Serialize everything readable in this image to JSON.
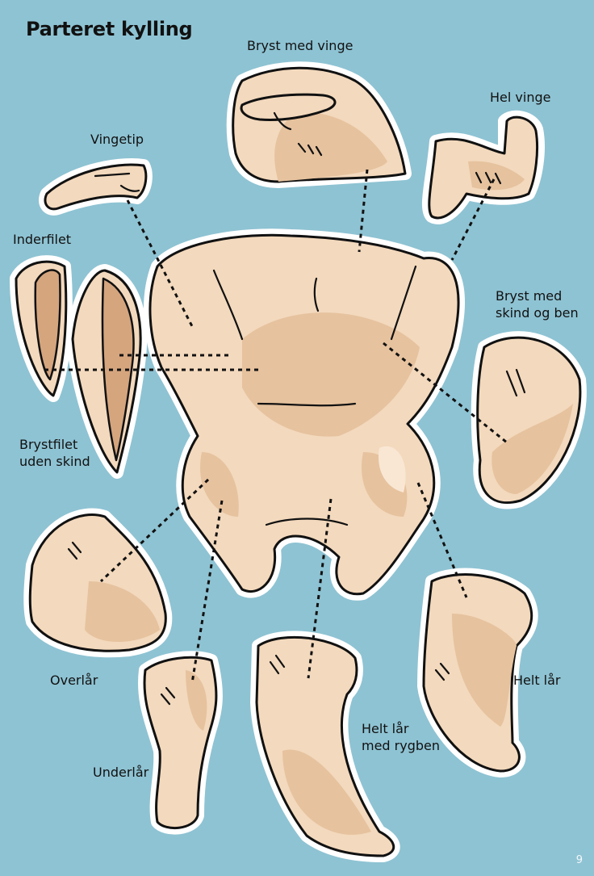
{
  "title": "Parteret kylling",
  "labels": {
    "bryst_med_vinge": "Bryst med vinge",
    "hel_vinge": "Hel vinge",
    "vingetip": "Vingetip",
    "inderfilet": "Inderfilet",
    "bryst_med_skind_og_ben": [
      "Bryst med",
      "skind og ben"
    ],
    "brystfilet_uden_skind": [
      "Brystfilet",
      "uden skind"
    ],
    "overlaar": "Overlår",
    "underlaar": "Underlår",
    "helt_laar": "Helt lår",
    "helt_laar_med_rygben": [
      "Helt lår",
      "med rygben"
    ]
  },
  "page_number": "9",
  "colors": {
    "background": "#8ec3d3",
    "skin": "#f3d9bd",
    "skin_shade": "#e6c29e",
    "meat": "#d5a57e"
  }
}
